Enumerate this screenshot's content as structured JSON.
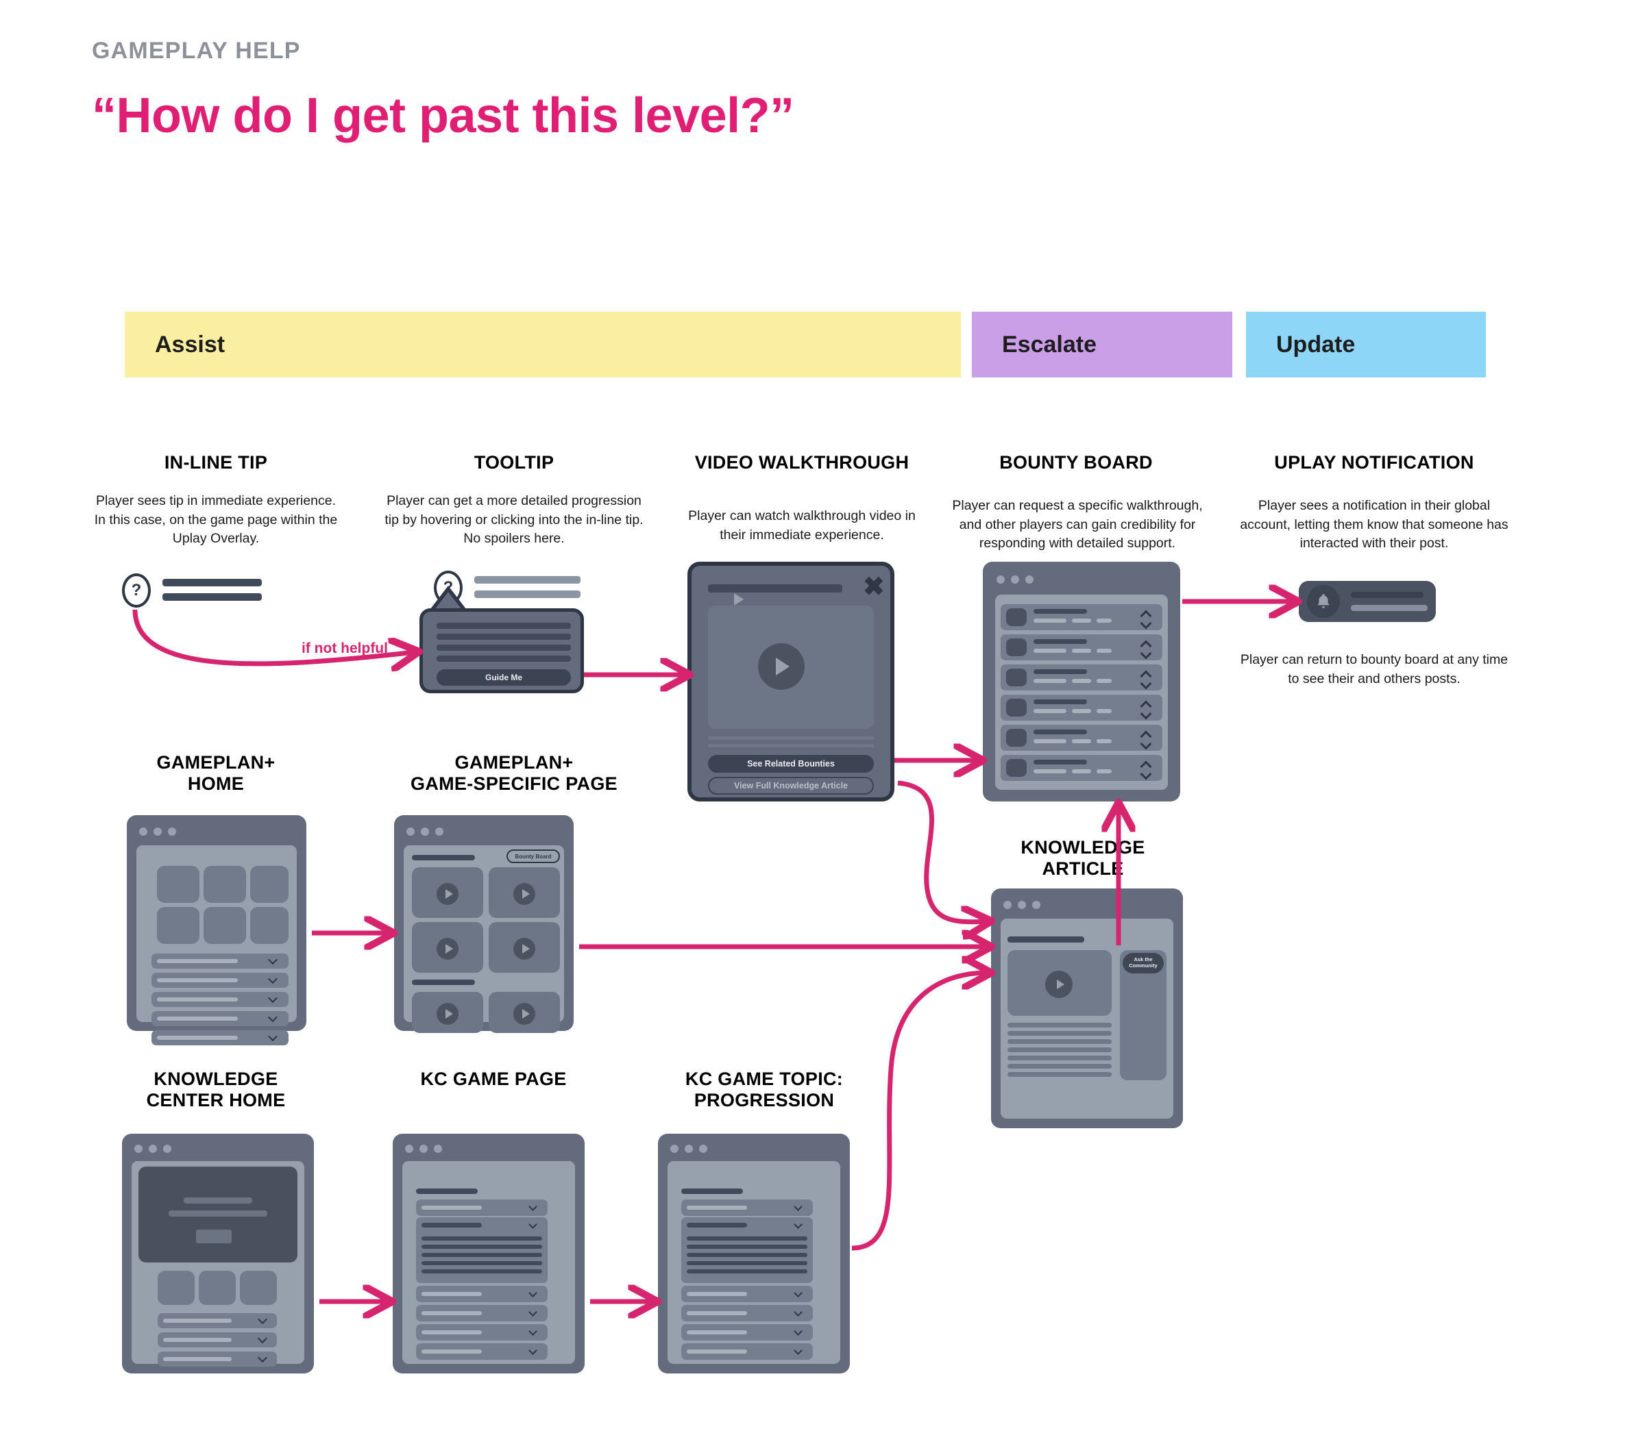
{
  "header": {
    "eyebrow": "GAMEPLAY HELP",
    "headline": "“How do I get past this level?”"
  },
  "categories": [
    {
      "id": "assist",
      "label": "Assist",
      "color": "#faeea0"
    },
    {
      "id": "escalate",
      "label": "Escalate",
      "color": "#cb9ee8"
    },
    {
      "id": "update",
      "label": "Update",
      "color": "#8ed6f8"
    }
  ],
  "nodes": {
    "inline_tip": {
      "title": "IN-LINE TIP",
      "caption": "Player sees tip in immediate experience. In this case, on the game page within the Uplay Overlay."
    },
    "tooltip": {
      "title": "TOOLTIP",
      "caption": "Player can get a more detailed progression tip by hovering or clicking into the in-line tip. No spoilers here.",
      "button": "Guide Me"
    },
    "video_walkthrough": {
      "title": "VIDEO WALKTHROUGH",
      "caption": "Player can watch walkthrough video in their immediate experience.",
      "primary_button": "See Related Bounties",
      "secondary_button": "View Full Knowledge Article"
    },
    "bounty_board": {
      "title": "BOUNTY BOARD",
      "caption": "Player can request a specific walkthrough, and other players can gain credibility for responding with detailed support."
    },
    "uplay_notification": {
      "title": "UPLAY NOTIFICATION",
      "caption": "Player sees a notification in their global account, letting them know that someone has interacted with their post.",
      "footnote": "Player can return to bounty board at any time to see their and others posts."
    },
    "gameplan_home": {
      "title": "GAMEPLAN+\nHOME"
    },
    "gameplan_game": {
      "title": "GAMEPLAN+\nGAME-SPECIFIC PAGE",
      "badge": "Bounty Board"
    },
    "knowledge_article": {
      "title": "KNOWLEDGE\nARTICLE",
      "sidebar_button": "Ask the\nCommunity"
    },
    "kc_home": {
      "title": "KNOWLEDGE\nCENTER HOME"
    },
    "kc_game_page": {
      "title": "KC GAME PAGE"
    },
    "kc_game_topic": {
      "title": "KC GAME TOPIC:\nPROGRESSION"
    }
  },
  "arrows": {
    "if_not_helpful": "if not helpful"
  },
  "colors": {
    "accent_pink": "#d6246f",
    "headline_pink": "#e01e73",
    "eyebrow_grey": "#8d9199",
    "wire_dark": "#2f3745",
    "wire_body": "#636b7c",
    "wire_panel": "#97a0ad"
  }
}
